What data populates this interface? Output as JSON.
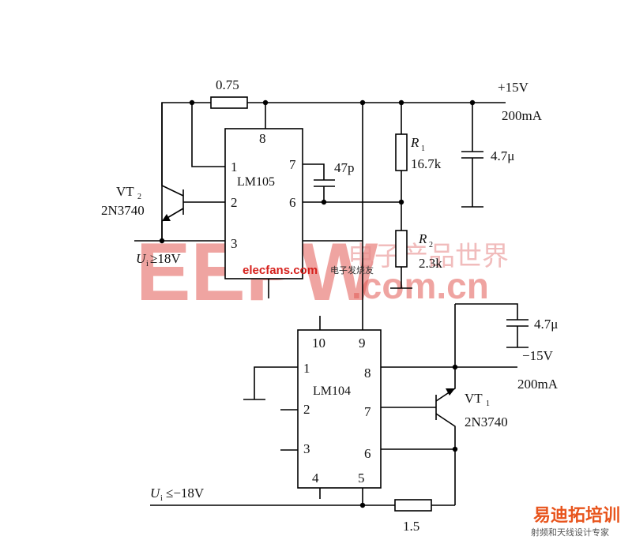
{
  "supply": {
    "positive": {
      "voltage": "+15V",
      "current": "200mA"
    },
    "negative": {
      "voltage": "−15V",
      "current": "200mA"
    }
  },
  "inputs": {
    "top": {
      "symbol": "U",
      "sub": "i",
      "relation": "≥18V"
    },
    "bottom": {
      "symbol": "U",
      "sub": "i",
      "relation": "≤−18V"
    }
  },
  "components": {
    "r_sense_top": "0.75",
    "r_sense_bottom": "1.5",
    "c_comp": "47p",
    "c_out_top": "4.7μ",
    "c_out_bottom": "4.7μ",
    "r1": {
      "symbol": "R",
      "sub": "1",
      "value": "16.7k"
    },
    "r2": {
      "symbol": "R",
      "sub": "2",
      "value": "2.3k"
    },
    "vt2": {
      "symbol": "VT",
      "sub": "2",
      "part": "2N3740"
    },
    "vt1": {
      "symbol": "VT",
      "sub": "1",
      "part": "2N3740"
    }
  },
  "ic_top": {
    "name": "LM105",
    "pins": {
      "p1": "1",
      "p2": "2",
      "p3": "3",
      "p6": "6",
      "p7": "7",
      "p8": "8"
    }
  },
  "ic_bottom": {
    "name": "LM104",
    "pins": {
      "p1": "1",
      "p2": "2",
      "p3": "3",
      "p4": "4",
      "p5": "5",
      "p6": "6",
      "p7": "7",
      "p8": "8",
      "p9": "9",
      "p10": "10"
    }
  },
  "watermarks": {
    "logo_letters": "EEPW",
    "logo_domain": ".com.cn",
    "site": "elecfans.com",
    "site_cn": "电子发烧友",
    "world_cn": "电子产品世界",
    "brand": "易迪拓培训",
    "brand_sub": "射频和天线设计专家"
  }
}
